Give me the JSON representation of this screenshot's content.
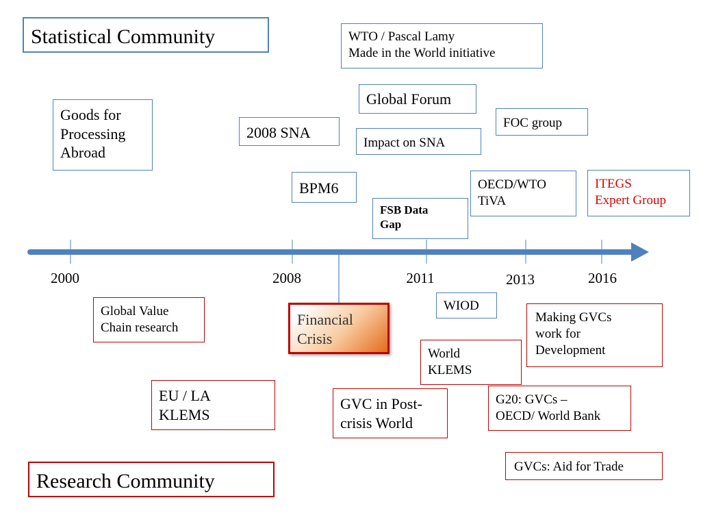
{
  "headers": {
    "statistical": "Statistical Community",
    "research": "Research Community"
  },
  "statistical_boxes": {
    "wto": "WTO / Pascal Lamy\nMade in the World initiative",
    "global_forum": "Global Forum",
    "goods_processing": "Goods for\nProcessing\nAbroad",
    "sna2008": "2008 SNA",
    "impact_sna": "Impact on SNA",
    "foc": "FOC group",
    "bpm6": "BPM6",
    "oecd_wto": "OECD/WTO\nTiVA",
    "itegs": "ITEGS\nExpert Group",
    "fsb": "FSB Data\nGap"
  },
  "years": [
    "2000",
    "2008",
    "2011",
    "2013",
    "2016"
  ],
  "research_boxes": {
    "gvc_research": "Global Value\nChain research",
    "financial_crisis": "Financial\nCrisis",
    "wiod": "WIOD",
    "making_gvcs": "Making GVCs\nwork for\nDevelopment",
    "world_klems": "World\nKLEMS",
    "eu_la_klems": "EU / LA\nKLEMS",
    "gvc_post": "GVC in Post-\ncrisis World",
    "g20": "G20: GVCs –\nOECD/ World Bank",
    "aid_trade": "GVCs: Aid for Trade"
  },
  "colors": {
    "blue_border": "#4f81bd",
    "red_border": "#c00000",
    "itegs_text": "#e00000",
    "crisis_gradient": [
      "#ffffff",
      "#f4b183",
      "#e07020"
    ]
  }
}
